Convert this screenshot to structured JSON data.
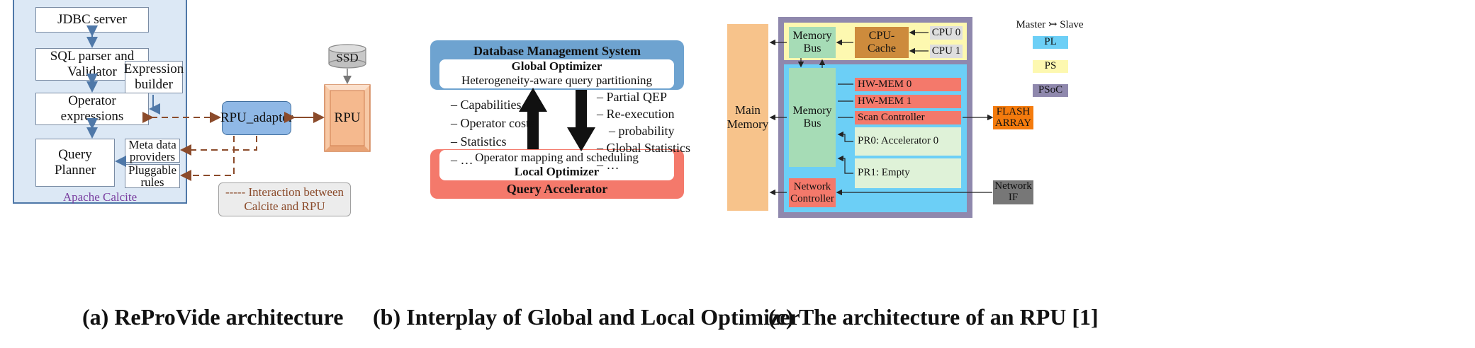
{
  "panel_a": {
    "jdbc": "JDBC server",
    "sql_line1": "SQL parser and",
    "sql_line2": "Validator",
    "op_line1": "Operator",
    "op_line2": "expressions",
    "planner": "Query Planner",
    "expr_line1": "Expression",
    "expr_line2": "builder",
    "meta_line1": "Meta data",
    "meta_line2": "providers",
    "plug_line1": "Pluggable",
    "plug_line2": "rules",
    "calcite": "Apache Calcite",
    "adapter": "RPU_adapter",
    "ssd": "SSD",
    "rpu": "RPU",
    "legend_line1": "----- Interaction between",
    "legend_line2": "Calcite and RPU"
  },
  "panel_b": {
    "dbms": "Database Management System",
    "global_title": "Global Optimizer",
    "global_sub": "Heterogeneity-aware query partitioning",
    "left_bullets": [
      "Capabilities",
      "Operator costs",
      "Statistics",
      "…"
    ],
    "right_bullets": [
      "Partial QEP",
      "Re-execution",
      "probability",
      "Global Statistics",
      "…"
    ],
    "local_sub": "Operator mapping and scheduling",
    "local_title": "Local Optimizer",
    "accel": "Query Accelerator"
  },
  "panel_c": {
    "main_line1": "Main",
    "main_line2": "Memory",
    "membus_top_line1": "Memory",
    "membus_top_line2": "Bus",
    "cpu_cache": "CPU-Cache",
    "cpu0": "CPU 0",
    "cpu1": "CPU 1",
    "membus_line1": "Memory",
    "membus_line2": "Bus",
    "hwmem0": "HW-MEM 0",
    "hwmem1": "HW-MEM 1",
    "scan": "Scan Controller",
    "pr0": "PR0: Accelerator 0",
    "pr1": "PR1: Empty",
    "net_line1": "Network",
    "net_line2": "Controller",
    "flash_line1": "FLASH",
    "flash_line2": "ARRAY",
    "netif_line1": "Network",
    "netif_line2": "IF",
    "legend_title": "Master ↣ Slave",
    "legend_pl": "PL",
    "legend_ps": "PS",
    "legend_psoc": "PSoC"
  },
  "captions": {
    "a": "(a) ReProVide architecture",
    "b": "(b) Interplay of Global and Local Optimizer",
    "c": "(c) The architecture of an RPU [1]"
  },
  "colors": {
    "calcite_bg": "#dce8f5",
    "adapter": "#8fb8e6",
    "rpu": "#f5b98e",
    "dashed": "#8b4b2b",
    "dbms": "#6ea3d0",
    "accel": "#f4796b",
    "pl": "#6ccff6",
    "ps": "#fdf8b0",
    "psoc": "#8f88ad",
    "green": "#a6dcb6",
    "orange": "#f7c38b",
    "red": "#f4796b",
    "cache": "#cd8b3c",
    "flash": "#f47b0d",
    "netif": "#777777"
  }
}
